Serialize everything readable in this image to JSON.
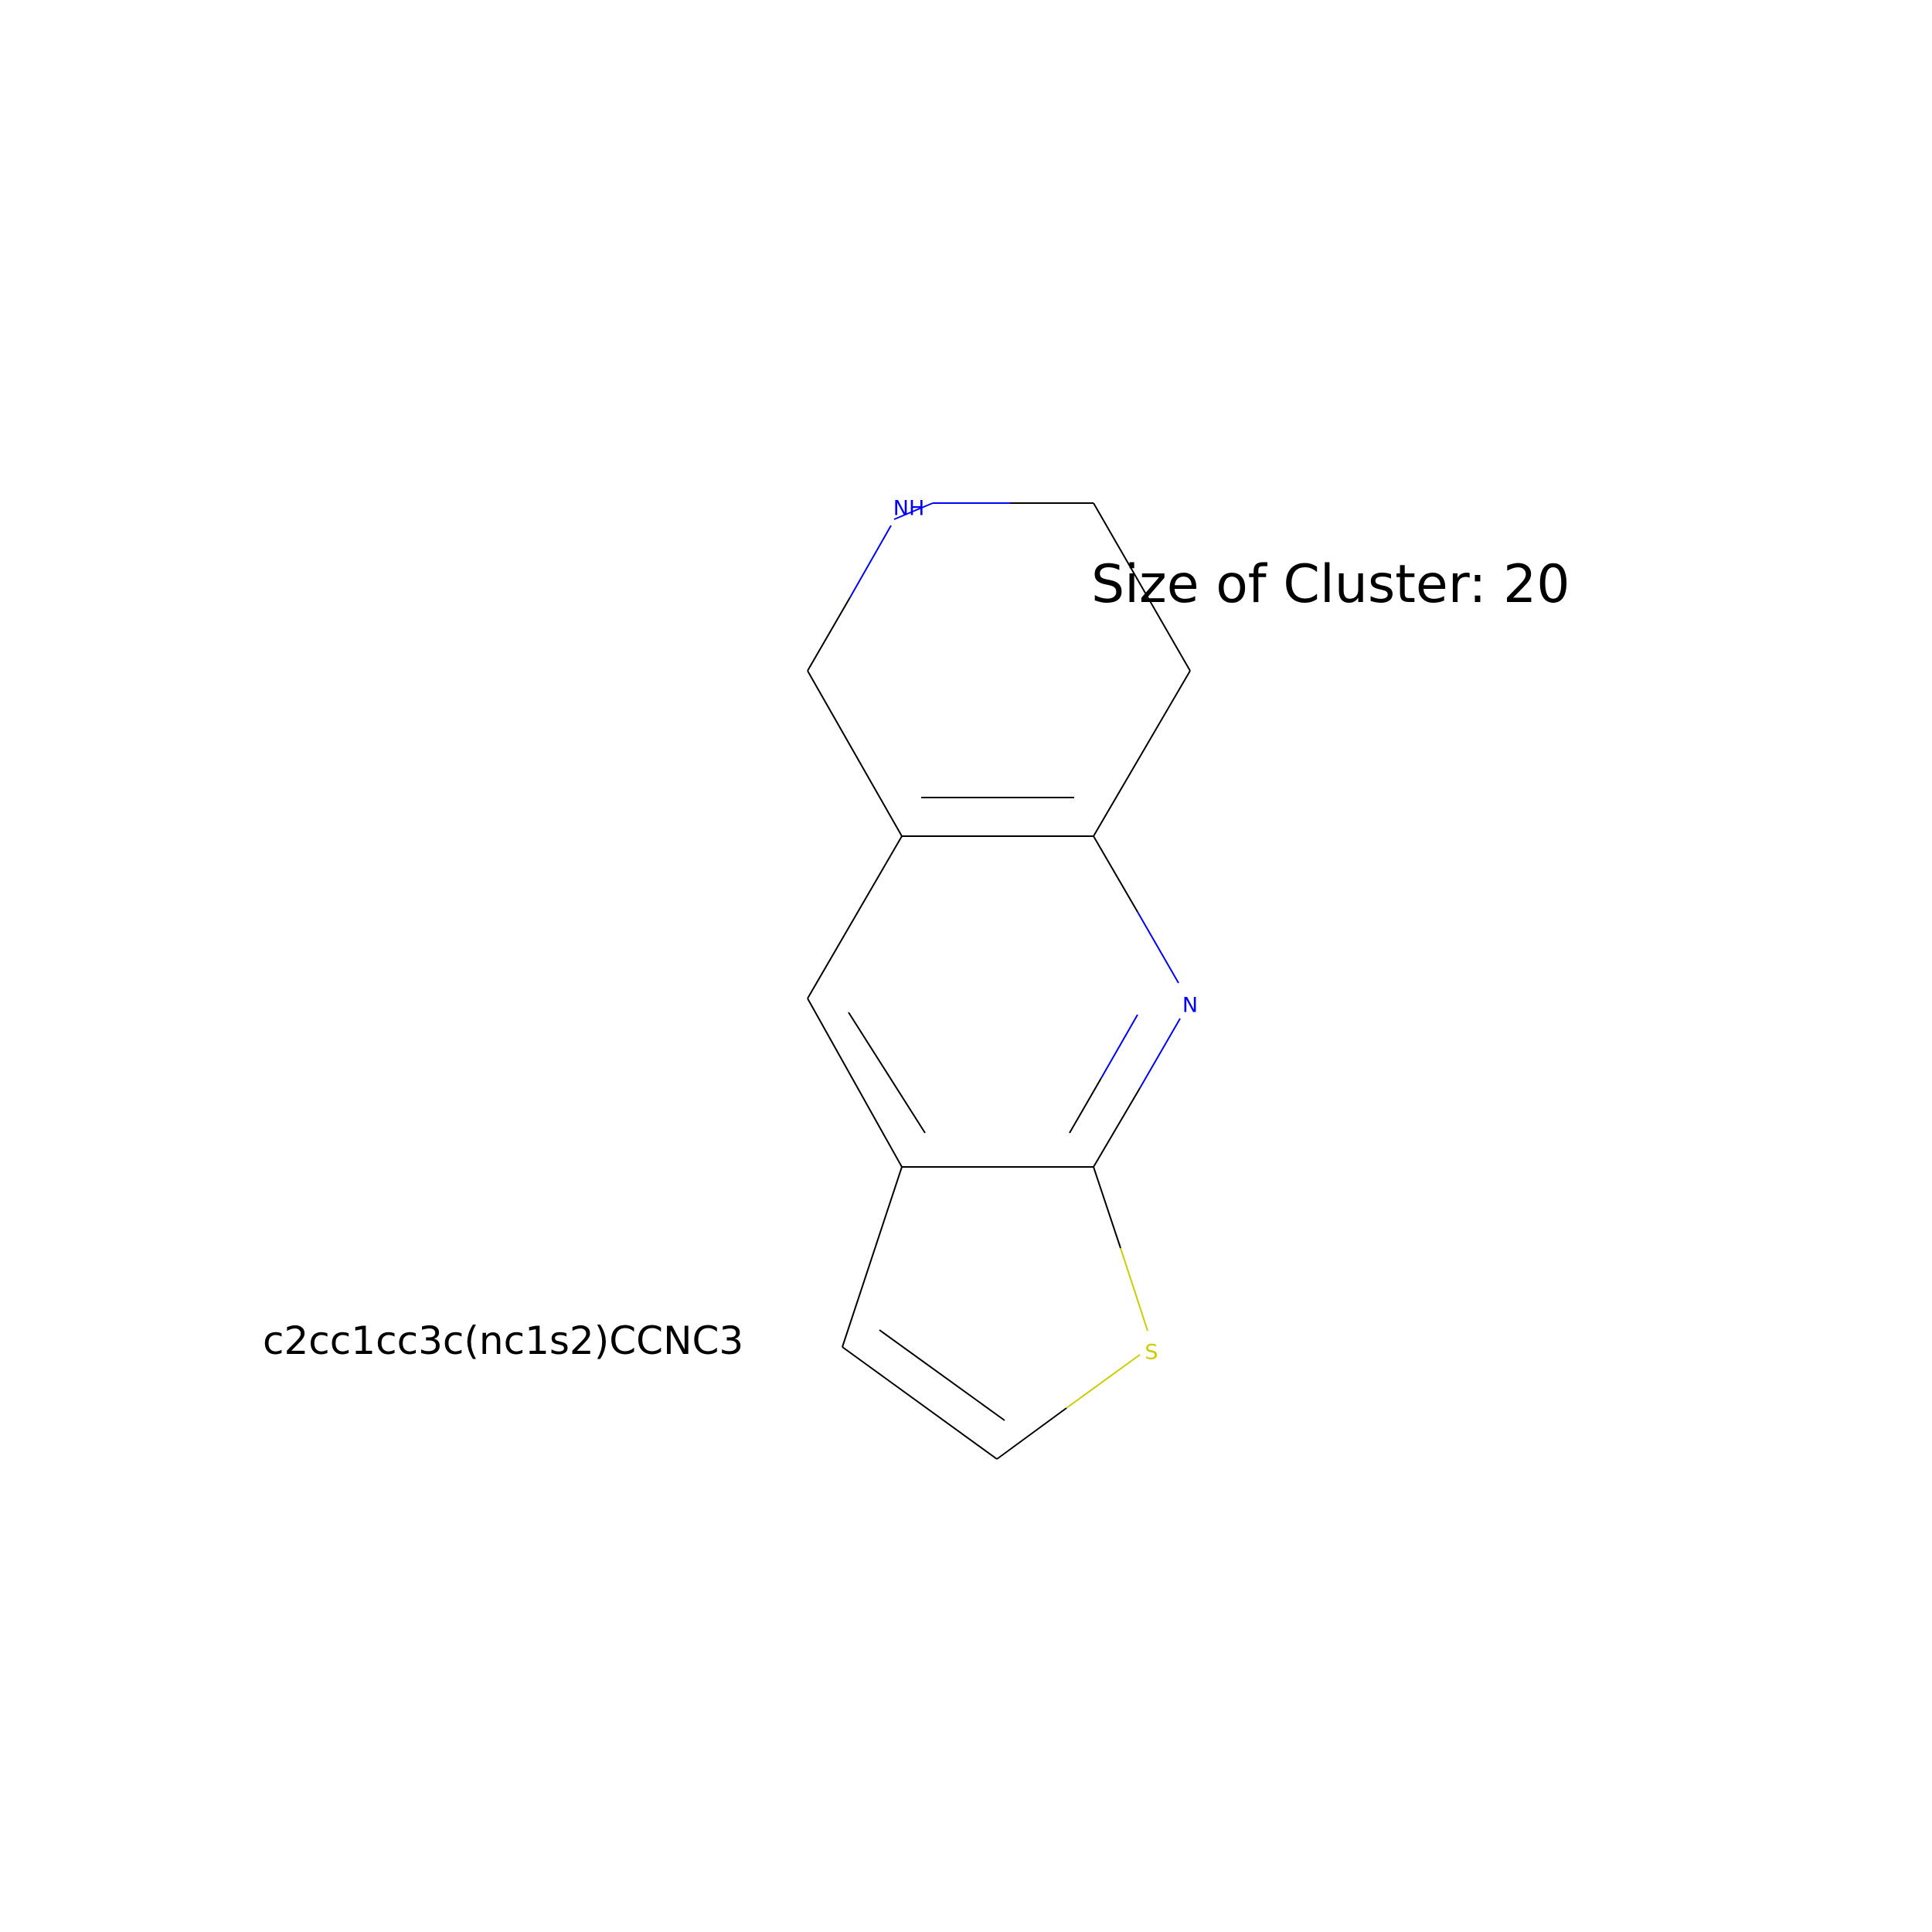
{
  "cluster_label": "Size of Cluster: 20",
  "smiles": "c2cc1cc3c(nc1s2)CCNC3",
  "atoms": {
    "nh": "NH",
    "n": "N",
    "s": "S"
  },
  "colors": {
    "carbon_bond": "#000000",
    "nitrogen": "#0000ff",
    "sulfur": "#cccc00",
    "background": "#ffffff"
  }
}
